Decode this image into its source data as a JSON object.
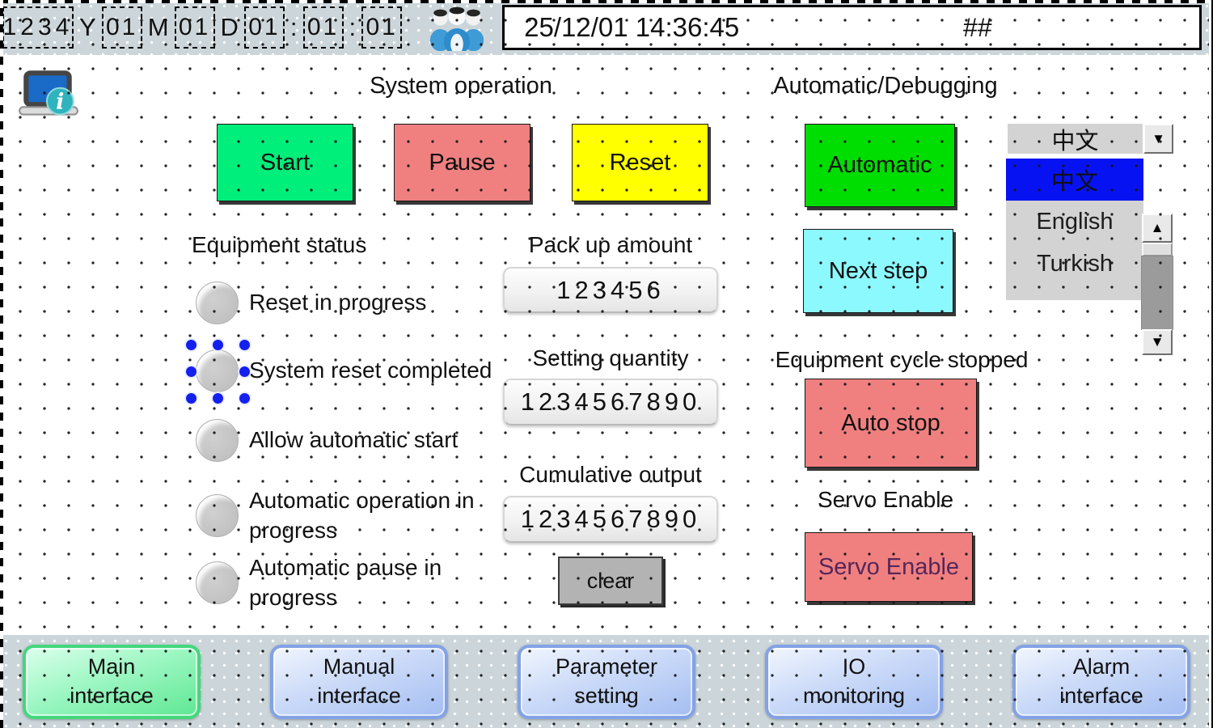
{
  "topbar": {
    "year": "1234",
    "y_label": "Y",
    "month": "01",
    "m_label": "M",
    "day": "01",
    "d_label": "D",
    "hour": "01",
    "colon1": ":",
    "minute": "01",
    "colon2": ":",
    "second": "01",
    "clock": "25/12/01  14:36:45",
    "hash": "##"
  },
  "headings": {
    "system_operation": "System operation",
    "automatic_debugging": "Automatic/Debugging"
  },
  "buttons": {
    "start": "Start",
    "pause": "Pause",
    "reset": "Reset",
    "automatic": "Automatic",
    "next_step": "Next step",
    "auto_stop": "Auto stop",
    "servo_enable": "Servo Enable",
    "clear": "clear"
  },
  "labels": {
    "equipment_status": "Equipment status",
    "pack_up_amount": "Pack up amount",
    "setting_quantity": "Setting quantity",
    "cumulative_output": "Cumulative output",
    "equipment_cycle_stopped": "Equipment cycle stopped",
    "servo_enable": "Servo Enable"
  },
  "fields": {
    "pack_up_amount": "123456",
    "setting_quantity": "1234567890",
    "cumulative_output": "1234567890"
  },
  "status": {
    "items": [
      {
        "label": "Reset in progress",
        "selected": false
      },
      {
        "label": "System reset completed",
        "selected": true
      },
      {
        "label": "Allow automatic start",
        "selected": false
      },
      {
        "label": "Automatic operation in progress",
        "selected": false
      },
      {
        "label": "Automatic pause in progress",
        "selected": false
      }
    ]
  },
  "language": {
    "selected": "中文",
    "options": [
      "中文",
      "English",
      "Turkish"
    ],
    "highlighted_index": 0
  },
  "nav": [
    {
      "line1": "Main",
      "line2": "interface",
      "active": true
    },
    {
      "line1": "Manual",
      "line2": "interface",
      "active": false
    },
    {
      "line1": "Parameter",
      "line2": "setting",
      "active": false
    },
    {
      "line1": "IO",
      "line2": "monitoring",
      "active": false
    },
    {
      "line1": "Alarm",
      "line2": "interface",
      "active": false
    }
  ],
  "icons": {
    "dropdown_arrow": "▼",
    "scroll_up": "▲",
    "scroll_down": "▼",
    "info_letter": "i"
  },
  "colors": {
    "start": "#00ee7a",
    "pause": "#f08080",
    "reset": "#ffff00",
    "automatic": "#00dd00",
    "next_step": "#8cf9ff",
    "auto_stop": "#f08080",
    "servo_enable_bg": "#f08080",
    "servo_enable_text": "#55265a",
    "selected_option_bg": "#0712f2",
    "bar_bg": "#ccd6da",
    "nav_active_border": "#43d87d",
    "nav_border": "#83a2e6"
  }
}
